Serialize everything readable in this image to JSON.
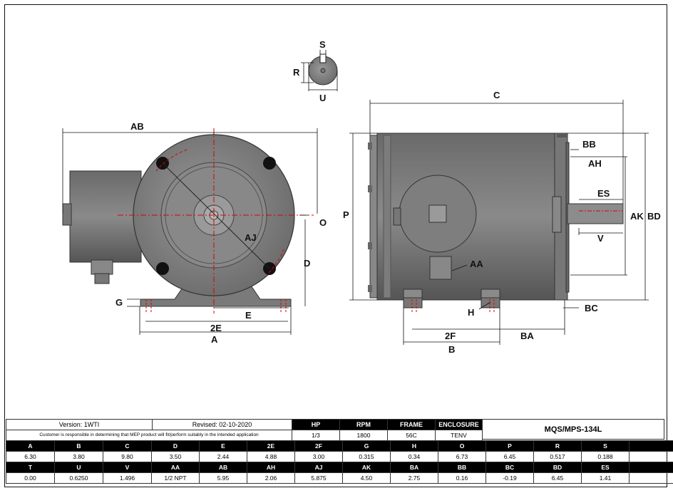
{
  "labels": {
    "s": "S",
    "r": "R",
    "u": "U",
    "c": "C",
    "ab": "AB",
    "bb": "BB",
    "ah": "AH",
    "es": "ES",
    "ak": "AK",
    "bd": "BD",
    "o": "O",
    "p": "P",
    "aj": "AJ",
    "d": "D",
    "v": "V",
    "aa": "AA",
    "g": "G",
    "e": "E",
    "h": "H",
    "bc": "BC",
    "twoE": "2E",
    "twoF": "2F",
    "ba": "BA",
    "a": "A",
    "b": "B"
  },
  "titleblock": {
    "version": "Version: 1WTI",
    "revised": "Revised: 02-10-2020",
    "disclaimer": "Customer is responsible in determining that MEP product will fit/perform suitably in the intended application",
    "specs": [
      {
        "header": "HP",
        "value": "1/3"
      },
      {
        "header": "RPM",
        "value": "1800"
      },
      {
        "header": "FRAME",
        "value": "56C"
      },
      {
        "header": "ENCLOSURE",
        "value": "TENV"
      }
    ],
    "model": "MQS/MPS-134L"
  },
  "dims_row1": {
    "headers": [
      "A",
      "B",
      "C",
      "D",
      "E",
      "2E",
      "2F",
      "G",
      "H",
      "O",
      "P",
      "R",
      "S"
    ],
    "values": [
      "6.30",
      "3.80",
      "9.80",
      "3.50",
      "2.44",
      "4.88",
      "3.00",
      "0.315",
      "0.34",
      "6.73",
      "6.45",
      "0.517",
      "0.188"
    ]
  },
  "dims_row2": {
    "headers": [
      "T",
      "U",
      "V",
      "AA",
      "AB",
      "AH",
      "AJ",
      "AK",
      "BA",
      "BB",
      "BC",
      "BD",
      "ES"
    ],
    "values": [
      "0.00",
      "0.6250",
      "1.496",
      "1/2 NPT",
      "5.95",
      "2.06",
      "5.875",
      "4.50",
      "2.75",
      "0.16",
      "-0.19",
      "6.45",
      "1.41"
    ]
  }
}
